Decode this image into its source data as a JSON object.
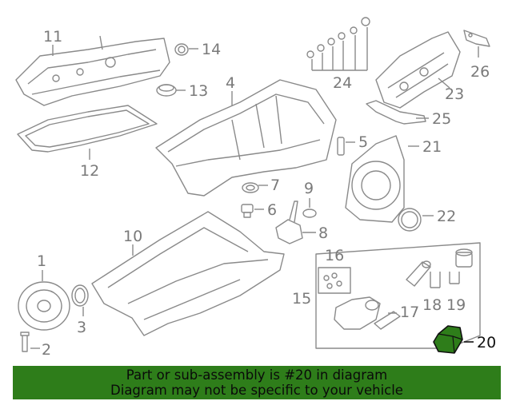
{
  "callouts": {
    "p1": "1",
    "p2": "2",
    "p3": "3",
    "p4": "4",
    "p5": "5",
    "p6": "6",
    "p7": "7",
    "p8": "8",
    "p9": "9",
    "p10": "10",
    "p11": "11",
    "p12": "12",
    "p13": "13",
    "p14": "14",
    "p15": "15",
    "p16": "16",
    "p17": "17",
    "p18": "18",
    "p19": "19",
    "p20": "20",
    "p21": "21",
    "p22": "22",
    "p23": "23",
    "p24": "24",
    "p25": "25",
    "p26": "26"
  },
  "highlight_part": "20",
  "colors": {
    "banner": "#2e7d1a",
    "highlight_fill": "#2e7d1a",
    "lines": "#8a8a8a"
  },
  "banner": {
    "line1": "Part or sub-assembly is #20 in diagram",
    "line2": "Diagram may not be specific to your vehicle"
  }
}
